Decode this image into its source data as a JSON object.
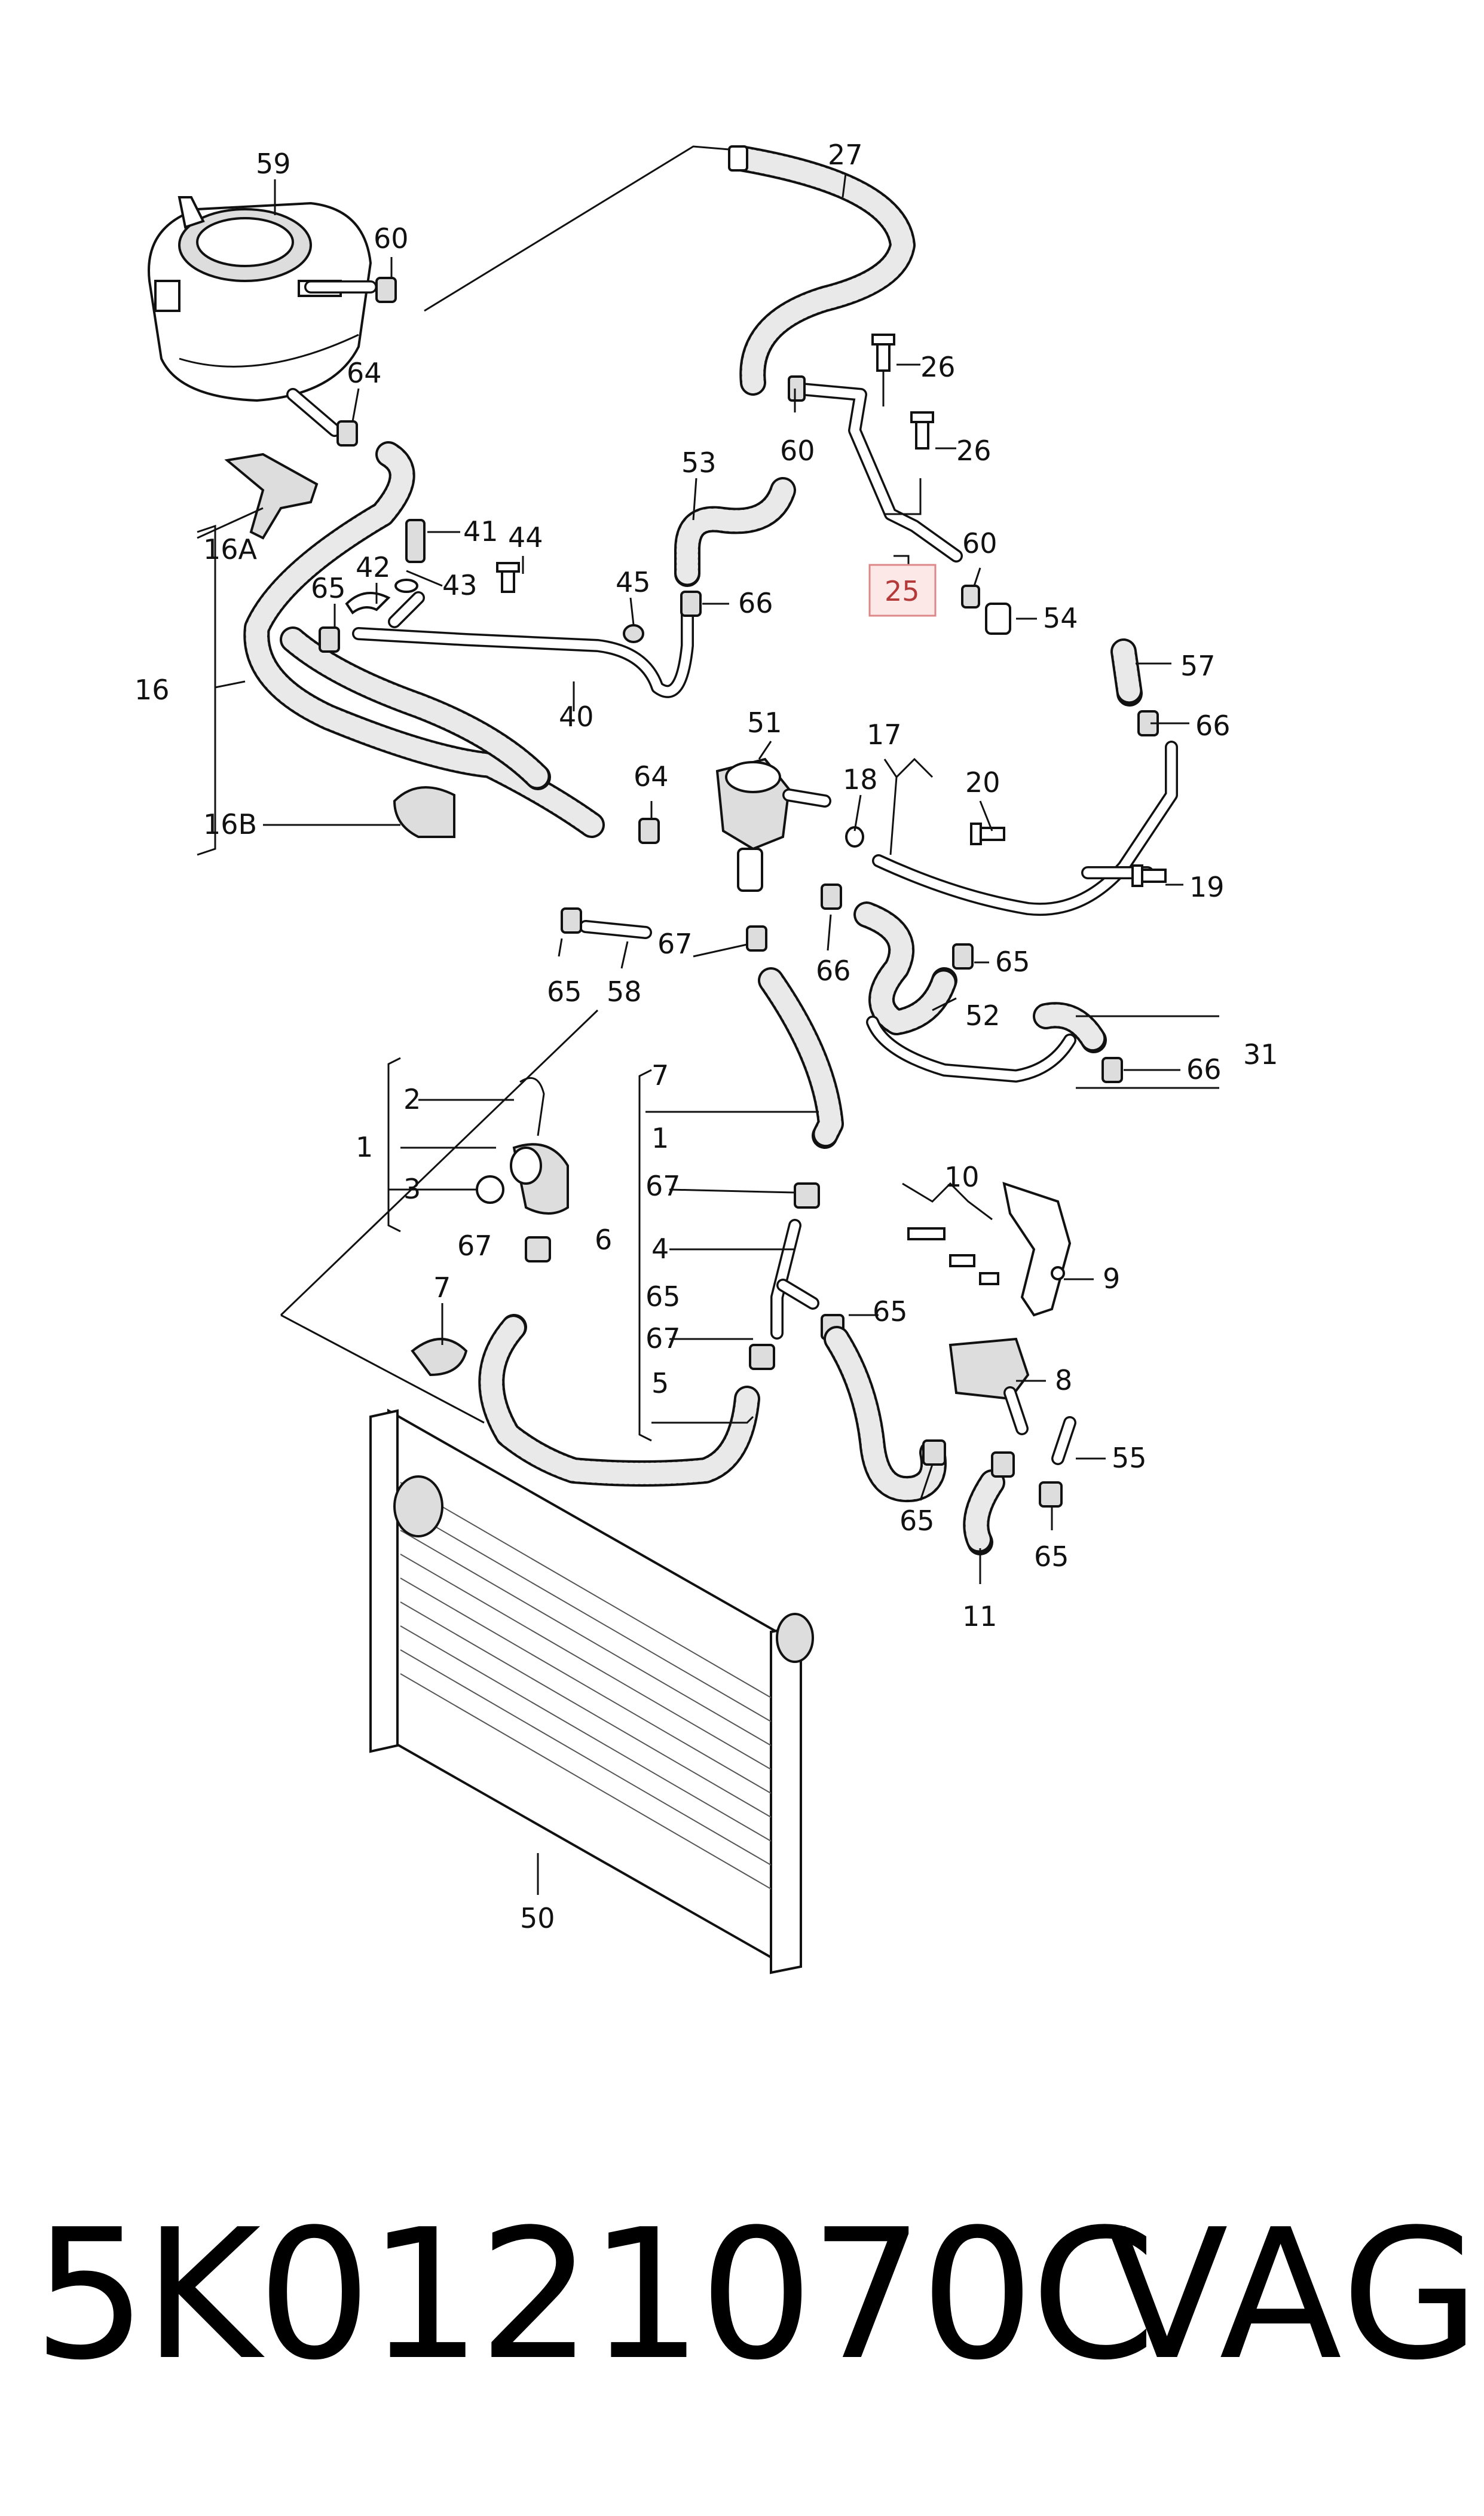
{
  "labels": {
    "l59": "59",
    "l60a": "60",
    "l27": "27",
    "l64a": "64",
    "l26a": "26",
    "l26b": "26",
    "l60b": "60",
    "l53": "53",
    "l16A": "16A",
    "l41": "41",
    "l44": "44",
    "l42": "42",
    "l43": "43",
    "l65a": "65",
    "l45": "45",
    "l66a": "66",
    "l25": "25",
    "l60c": "60",
    "l54": "54",
    "l57": "57",
    "l16": "16",
    "l40": "40",
    "l66b": "66",
    "l51": "51",
    "l17": "17",
    "l64b": "64",
    "l18": "18",
    "l20": "20",
    "l16B": "16B",
    "l19": "19",
    "l67a": "67",
    "l66c": "66",
    "l65b": "65",
    "l65c": "65",
    "l58": "58",
    "l52": "52",
    "l31": "31",
    "l66d": "66",
    "l2": "2",
    "l7a": "7",
    "l1a": "1",
    "l1b": "1",
    "l3": "3",
    "l67b": "67",
    "l10": "10",
    "l67c": "67",
    "l6": "6",
    "l4": "4",
    "l9": "9",
    "l7b": "7",
    "l65d": "65",
    "l65e": "65",
    "l67d": "67",
    "l8": "8",
    "l5": "5",
    "l55": "55",
    "l65f": "65",
    "l65g": "65",
    "l11": "11",
    "l50": "50"
  },
  "footer": {
    "part_number": "5K0121070C",
    "brand": "VAG"
  },
  "colors": {
    "highlight_box": "#fde8e8",
    "highlight_text": "#b43a3a",
    "ink": "#111111"
  }
}
